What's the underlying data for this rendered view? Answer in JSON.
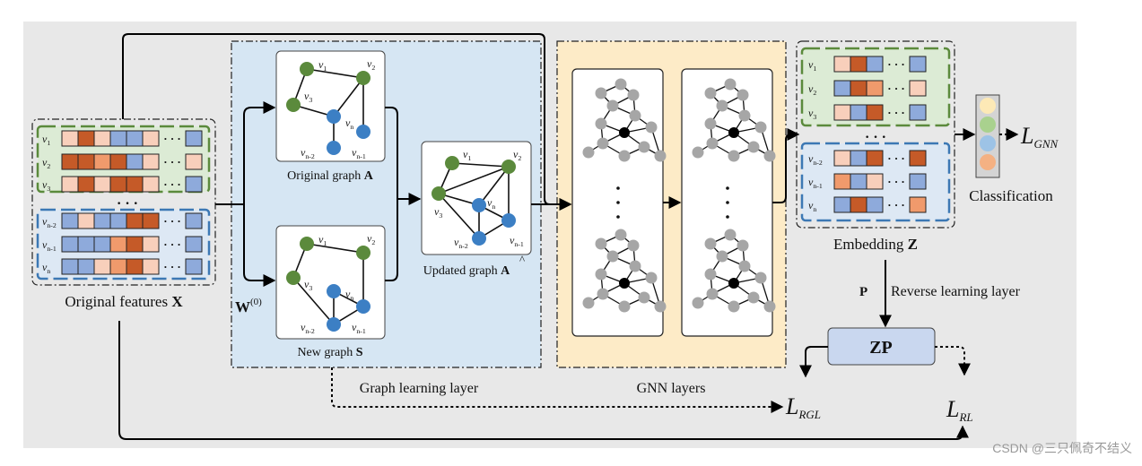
{
  "labels": {
    "original_features": "Original features ",
    "original_features_bold": "X",
    "original_graph": "Original graph ",
    "original_graph_bold": "A",
    "new_graph": "New graph ",
    "new_graph_bold": "S",
    "updated_graph": "Updated graph ",
    "updated_graph_bold": "A",
    "w0": "W",
    "w0_sup": "(0)",
    "graph_learning_layer": "Graph learning layer",
    "gnn_layers": "GNN layers",
    "embedding": "Embedding ",
    "embedding_bold": "Z",
    "classification": "Classification",
    "p": "P",
    "reverse_learning_layer": "Reverse learning layer",
    "zp": "ZP",
    "loss_gnn": "L",
    "loss_gnn_sub": "GNN",
    "loss_rgl": "L",
    "loss_rgl_sub": "RGL",
    "loss_rl": "L",
    "loss_rl_sub": "RL",
    "dots": "· · ·"
  },
  "nodes": {
    "v1": "v",
    "v1_sub": "1",
    "v2": "v",
    "v2_sub": "2",
    "v3": "v",
    "v3_sub": "3",
    "vn": "v",
    "vn_sub": "n",
    "vn1": "v",
    "vn1_sub": "n-1",
    "vn2": "v",
    "vn2_sub": "n-2"
  },
  "watermark": "CSDN @三只佩奇不结义",
  "colors": {
    "background": "#e8e8e8",
    "graph_learning_bg": "#d6e6f3",
    "gnn_bg": "#fdebc7",
    "green_group_bg": "#dcebd5",
    "blue_group_bg": "#dde8f4",
    "green_dash": "#5b8a3c",
    "blue_dash": "#3c78b4",
    "green_node": "#5b8a3c",
    "blue_node": "#3c7fc4",
    "gray_node": "#a6a6a6",
    "black_node": "#000000",
    "peach": "#f8cfbb",
    "rust": "#c55a28",
    "blue_cell": "#8eaadb",
    "orange": "#f09a6c",
    "zp_box": "#c9d7ef",
    "class_yellow": "#fde9b6",
    "class_green": "#a9d18e",
    "class_blue": "#9dc3e6",
    "class_orange": "#f4b183"
  }
}
